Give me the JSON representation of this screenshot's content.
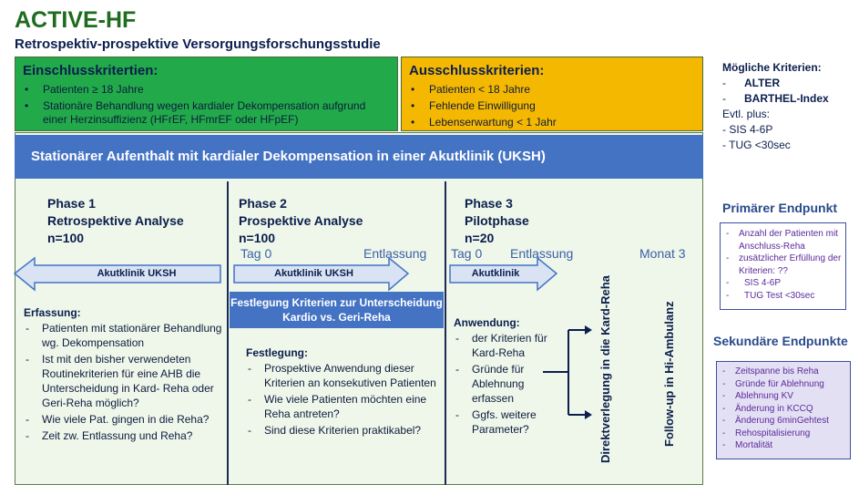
{
  "header": {
    "title": "ACTIVE-HF",
    "subtitle": "Retrospektiv-prospektive Versorgungsforschungsstudie"
  },
  "inclusion": {
    "heading": "Einschlusskritertien:",
    "items": [
      "Patienten ≥ 18 Jahre",
      "Stationäre Behandlung wegen kardialer Dekompensation aufgrund einer Herzinsuffizienz (HFrEF, HFmrEF oder HFpEF)"
    ]
  },
  "exclusion": {
    "heading": "Ausschlusskriterien:",
    "items": [
      "Patienten < 18 Jahre",
      "Fehlende Einwilligung",
      "Lebenserwartung < 1 Jahr"
    ]
  },
  "stay_banner": "Stationärer Aufenthalt mit kardialer Dekompensation in einer Akutklinik (UKSH)",
  "phase1": {
    "line1": "Phase 1",
    "line2": "Retrospektive Analyse",
    "line3": "n=100",
    "arrow": "Akutklinik UKSH",
    "section_heading": "Erfassung:",
    "items": [
      "Patienten mit stationärer Behandlung wg. Dekompensation",
      "Ist mit den bisher verwendeten Routinekriterien für eine AHB die Unterscheidung in Kard- Reha oder Geri-Reha möglich?",
      "Wie viele Pat. gingen in die Reha?",
      "Zeit zw. Entlassung und Reha?"
    ]
  },
  "phase2": {
    "line1": "Phase 2",
    "line2": "Prospektive Analyse",
    "line3": "n=100",
    "tick_start": "Tag 0",
    "tick_end": "Entlassung",
    "arrow": "Akutklinik UKSH",
    "criteria_box": "Festlegung Kriterien zur Unterscheidung Kardio vs. Geri-Reha",
    "section_heading": "Festlegung:",
    "items": [
      "Prospektive Anwendung dieser Kriterien an konsekutiven Patienten",
      "Wie viele Patienten möchten eine Reha antreten?",
      "Sind diese Kriterien praktikabel?"
    ]
  },
  "phase3": {
    "line1": "Phase 3",
    "line2": "Pilotphase",
    "line3": "n=20",
    "tick_start": "Tag 0",
    "tick_end": "Entlassung",
    "tick_month": "Monat 3",
    "arrow": "Akutklinik",
    "section_heading": "Anwendung:",
    "items": [
      "der Kriterien für Kard-Reha",
      "Gründe für Ablehnung erfassen",
      "Ggfs. weitere Parameter?"
    ],
    "vertical_1": "Direktverlegung in die Kard-Reha",
    "vertical_2": "Follow-up in Hi-Ambulanz"
  },
  "possible_criteria": {
    "heading": "Mögliche Kriterien:",
    "items": [
      "ALTER",
      "BARTHEL-Index"
    ],
    "evtl": "Evtl. plus:",
    "extra": [
      "- SIS 4-6P",
      "- TUG <30sec"
    ]
  },
  "primary_endpoint": {
    "heading": "Primärer Endpunkt",
    "items": [
      "Anzahl der Patienten mit Anschluss-Reha",
      "zusätzlicher Erfüllung der Kriterien: ??",
      "SIS 4-6P",
      "TUG Test <30sec"
    ]
  },
  "secondary_endpoints": {
    "heading": "Sekundäre Endpunkte",
    "items": [
      "Zeitspanne bis Reha",
      "Gründe für Ablehnung",
      "Ablehnung KV",
      "Änderung in KCCQ",
      "Änderung 6minGehtest",
      "Rehospitalisierung",
      "Mortalität"
    ]
  },
  "colors": {
    "title_green": "#1f6b1f",
    "inclusion_green": "#22aa4a",
    "exclusion_yellow": "#f5b800",
    "banner_blue": "#4473c4",
    "panel_green": "#eff7ea"
  }
}
